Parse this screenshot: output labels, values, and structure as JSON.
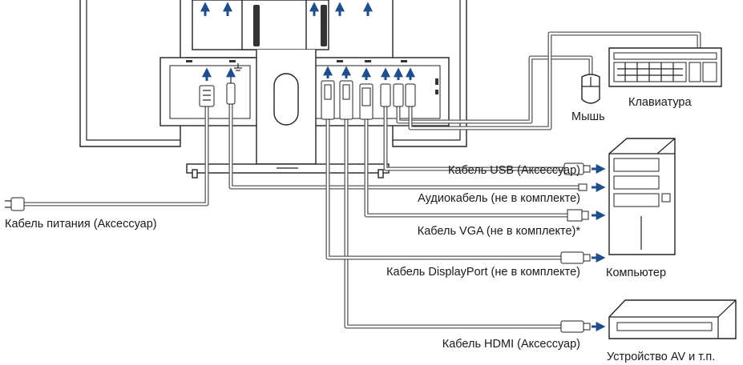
{
  "labels": {
    "power": "Кабель питания (Аксессуар)",
    "usb": "Кабель USB (Аксессуар)",
    "audio": "Аудиокабель (не в комплекте)",
    "vga": "Кабель VGA (не в комплекте)*",
    "displayport": "Кабель DisplayPort (не в комплекте)",
    "hdmi": "Кабель HDMI (Аксессуар)",
    "mouse": "Мышь",
    "keyboard": "Клавиатура",
    "computer": "Компьютер",
    "av_device": "Устройство AV и т.п."
  },
  "colors": {
    "arrow": "#1f4e8c",
    "cable": "#5a5a5a",
    "outline": "#222222"
  },
  "icons": {
    "arrow": "arrow-icon",
    "ground": "ground-icon",
    "lock": "kensington-lock-icon"
  }
}
